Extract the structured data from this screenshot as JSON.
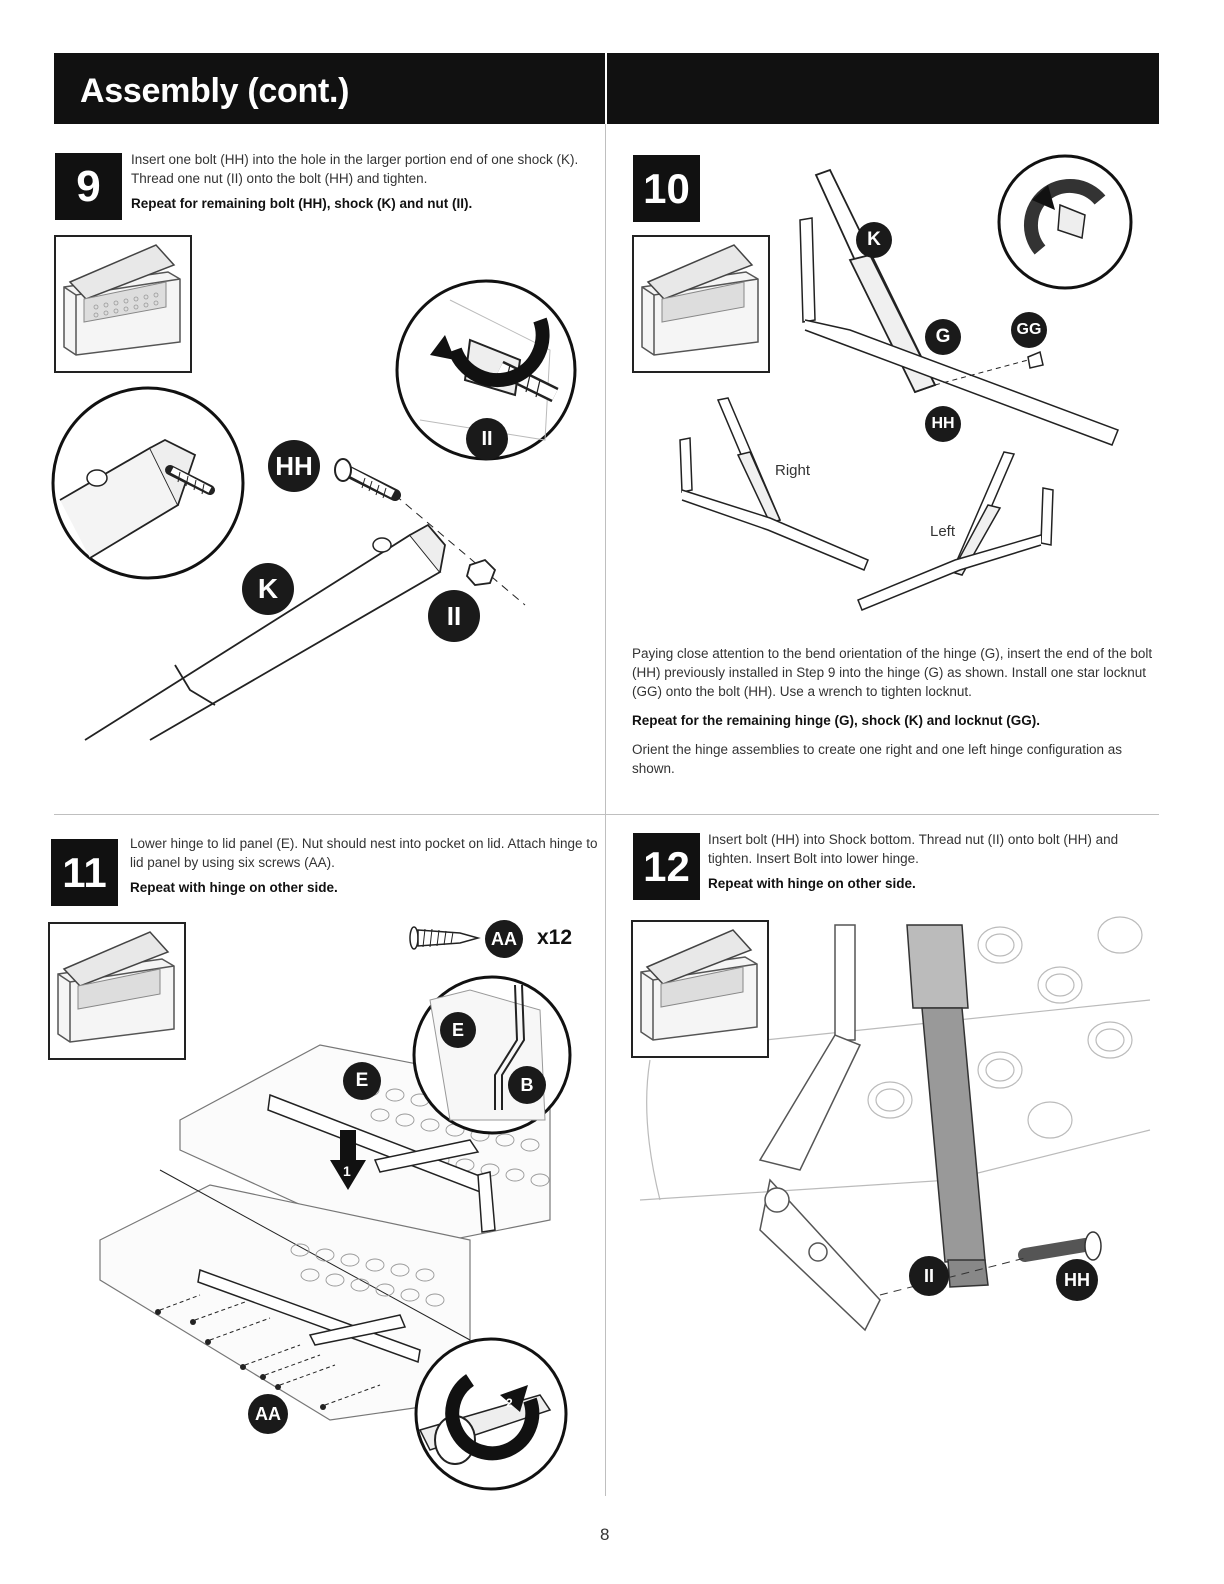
{
  "header": {
    "title": "Assembly (cont.)"
  },
  "steps": [
    {
      "number": "9",
      "text": "Insert one bolt (HH) into the hole in the larger portion end of one shock (K). Thread one nut (II) onto the bolt (HH) and tighten.",
      "repeat": "Repeat for remaining bolt (HH), shock (K) and nut (II).",
      "callouts": {
        "hh": "HH",
        "k": "K",
        "ii": "II",
        "ii_detail": "II"
      }
    },
    {
      "number": "10",
      "text": "Paying close attention to the bend orientation of the hinge (G), insert the end of the bolt (HH) previously installed in Step 9 into the hinge (G) as shown. Install one star locknut (GG) onto the bolt (HH). Use a wrench to tighten locknut.",
      "repeat": "Repeat for the remaining hinge (G), shock (K) and locknut (GG).",
      "note": "Orient the hinge assemblies to create one right and one left hinge configuration as shown.",
      "callouts": {
        "k": "K",
        "g": "G",
        "gg": "GG",
        "hh": "HH"
      },
      "labels": {
        "right": "Right",
        "left": "Left"
      }
    },
    {
      "number": "11",
      "text": "Lower hinge to lid panel (E). Nut should nest into pocket on lid. Attach hinge to lid panel by using six screws (AA).",
      "repeat": "Repeat with hinge on other side.",
      "callouts": {
        "aa": "AA",
        "quantity": "x12",
        "e_main": "E",
        "e_detail": "E",
        "b": "B",
        "aa_bottom": "AA",
        "arrow1": "1",
        "arrow2": "2"
      }
    },
    {
      "number": "12",
      "text": "Insert bolt (HH) into Shock bottom. Thread nut (II) onto bolt (HH) and tighten. Insert Bolt into lower hinge.",
      "repeat": "Repeat with hinge on other side.",
      "callouts": {
        "ii": "II",
        "hh": "HH"
      }
    }
  ],
  "footer": {
    "page_number": "8"
  }
}
